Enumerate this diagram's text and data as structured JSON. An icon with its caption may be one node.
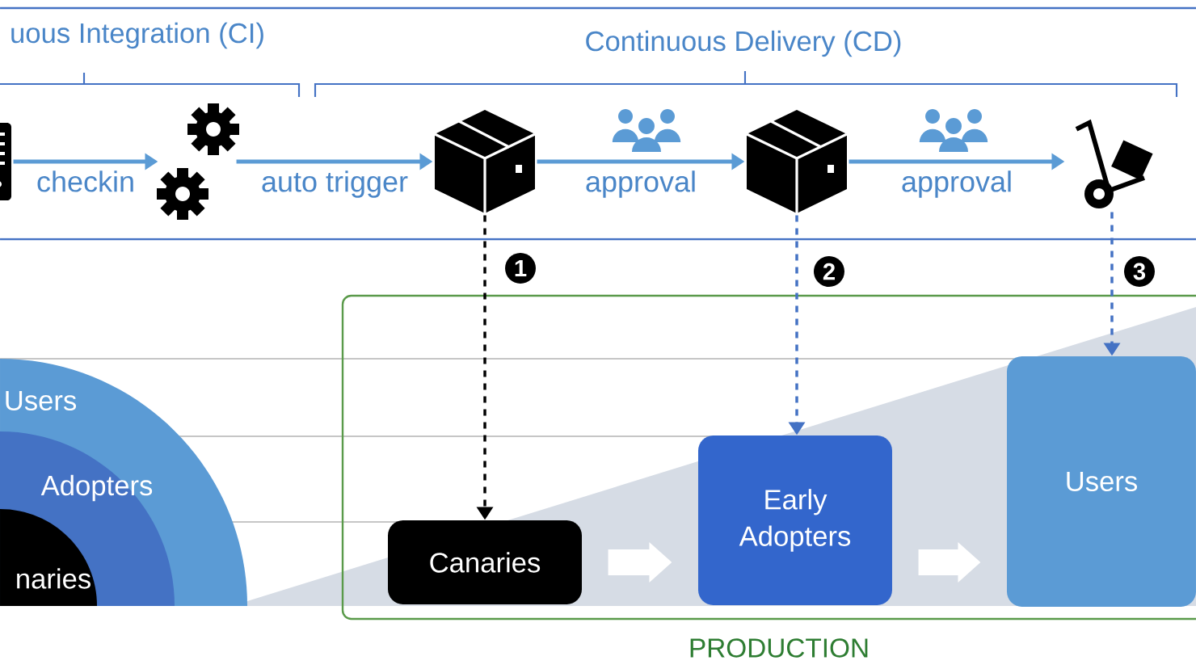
{
  "diagram": {
    "nodes": [
      {
        "text": [],
        "shape": "picture"
      },
      {
        "text": [],
        "shape": "picture"
      },
      {
        "text": [],
        "shape": "picture"
      },
      {
        "text": [],
        "shape": "picture"
      },
      {
        "text": [],
        "shape": "picture"
      },
      {
        "text": [
          "Users"
        ]
      },
      {
        "text": [
          "Adopters"
        ],
        "in": 5
      },
      {
        "text": [
          "naries"
        ],
        "in": 6
      },
      {
        "text": [
          "PRODUCTION"
        ]
      },
      {
        "text": [
          "Canaries"
        ],
        "in": 8
      },
      {
        "text": [
          "Early Adopters"
        ],
        "in": 8
      },
      {
        "text": [
          "Users"
        ],
        "in": 8
      }
    ],
    "edges": [
      {
        "from": 0,
        "to": 1,
        "arrow": "to",
        "label": "checkin"
      },
      {
        "from": 1,
        "to": 2,
        "arrow": "to",
        "label": "auto trigger"
      },
      {
        "from": 2,
        "to": 3,
        "arrow": "to",
        "label": "approval"
      },
      {
        "from": 3,
        "to": 4,
        "arrow": "to",
        "label": "approval"
      },
      {
        "from": 2,
        "to": 9,
        "arrow": "to",
        "style": "dashed",
        "color": "#000000"
      },
      {
        "from": 3,
        "to": 10,
        "arrow": "to",
        "style": "dashed"
      },
      {
        "from": 4,
        "to": 11,
        "arrow": "to",
        "style": "dashed"
      },
      {
        "from": 9,
        "to": 10,
        "arrow": "to",
        "style": "thick",
        "color": "#ffffff"
      },
      {
        "from": 10,
        "to": 11,
        "arrow": "to",
        "style": "thick",
        "color": "#ffffff"
      }
    ],
    "labels": [
      "uous Integration (CI)",
      "Continuous Delivery (CD)",
      "1",
      "2",
      "3"
    ]
  }
}
